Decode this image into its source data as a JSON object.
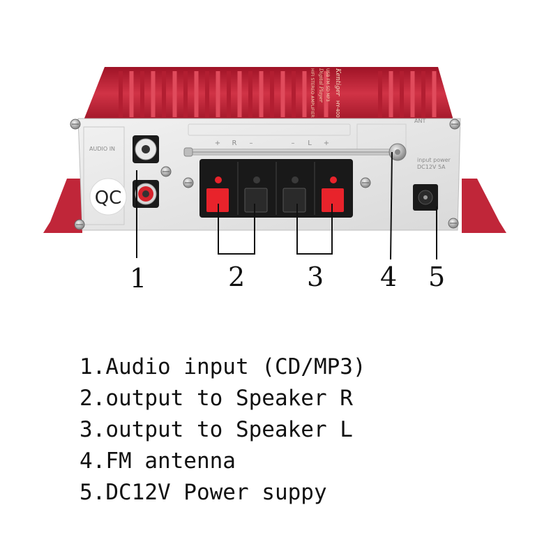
{
  "device": {
    "top_brand": "Kentiger",
    "top_model": "HY-400",
    "top_line1": "USB FM SD MP3",
    "top_line2": "Digital Player",
    "top_line3": "HIFI STEREO AMPLIFIER",
    "qc_sticker": "QC",
    "audio_in_label": "AUDIO IN",
    "ant_label": "ANT",
    "power_label_1": "input power",
    "power_label_2": "DC12V  5A",
    "polarity_marks": [
      "+",
      "R",
      "–",
      "–",
      "L",
      "+"
    ],
    "body_color": "#c0283a",
    "panel_color": "#e6e6e6",
    "terminal_red": "#e8232b"
  },
  "callouts": [
    "1",
    "2",
    "3",
    "4",
    "5"
  ],
  "legend": [
    "1.Audio input (CD/MP3)",
    "2.output to Speaker R",
    "3.output to Speaker L",
    "4.FM antenna",
    "5.DC12V Power suppy"
  ]
}
